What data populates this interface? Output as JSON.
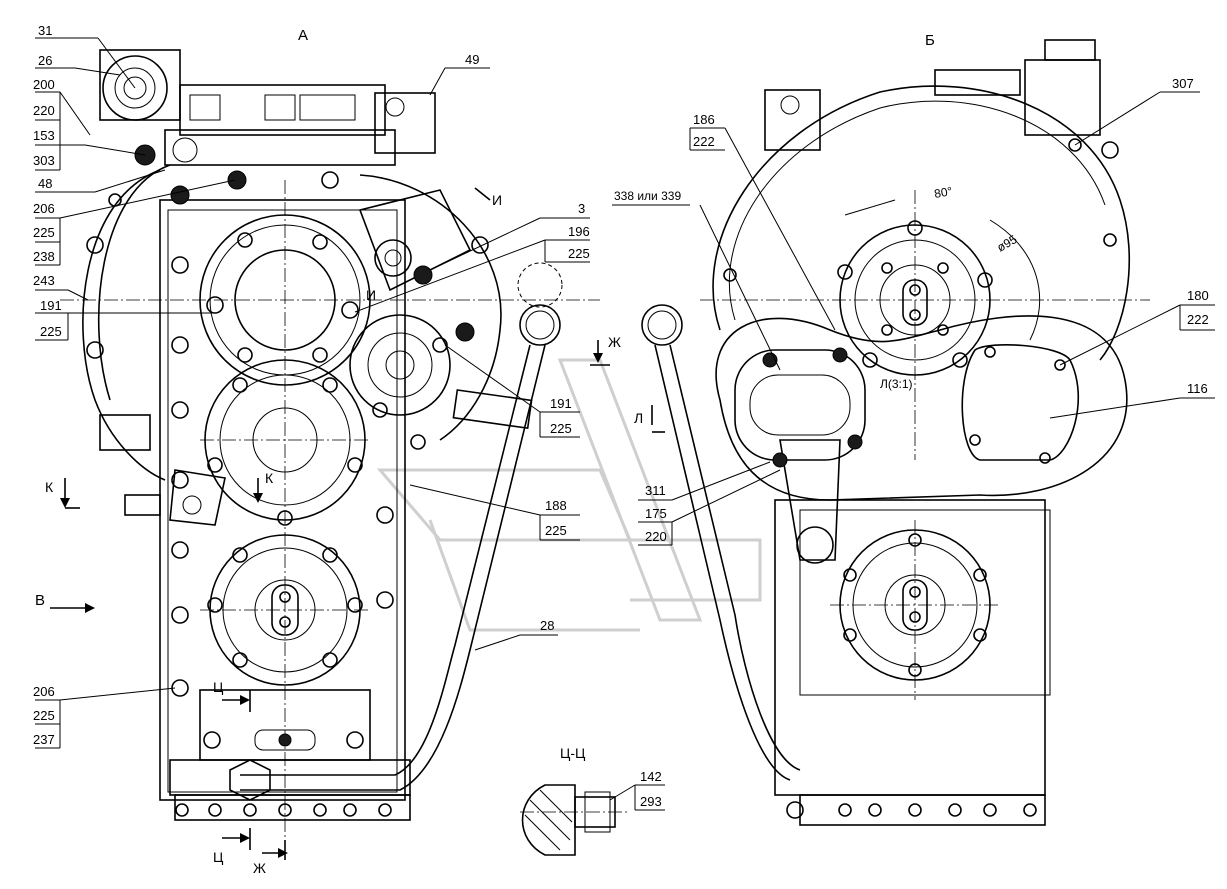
{
  "views": {
    "view_a": "А",
    "view_b": "Б",
    "arrow_v": "В",
    "arrow_k_left": "К",
    "arrow_k_mid": "К",
    "arrow_zh_top": "Ж",
    "arrow_zh_bottom": "Ж",
    "arrow_ts_top": "Ц",
    "arrow_ts_bottom": "Ц",
    "arrow_i_top": "И",
    "arrow_i_mid": "И",
    "arrow_l": "Л",
    "section_l": "Л(3:1)",
    "section_ts": "Ц-Ц"
  },
  "dimensions": {
    "angle": "80°",
    "diameter": "ø95"
  },
  "callouts": {
    "c31": "31",
    "c26": "26",
    "c200": "200",
    "c220a": "220",
    "c153": "153",
    "c303": "303",
    "c48": "48",
    "c206a": "206",
    "c225a": "225",
    "c238": "238",
    "c243": "243",
    "c191a": "191",
    "c225b": "225",
    "c49": "49",
    "c3": "3",
    "c196": "196",
    "c225c": "225",
    "c191b": "191",
    "c225d": "225",
    "c188": "188",
    "c225e": "225",
    "c28": "28",
    "c206b": "206",
    "c225f": "225",
    "c237": "237",
    "c186": "186",
    "c222a": "222",
    "c338": "338 или 339",
    "c307": "307",
    "c180": "180",
    "c222b": "222",
    "c116": "116",
    "c311": "311",
    "c175": "175",
    "c220b": "220",
    "c142": "142",
    "c293": "293"
  }
}
